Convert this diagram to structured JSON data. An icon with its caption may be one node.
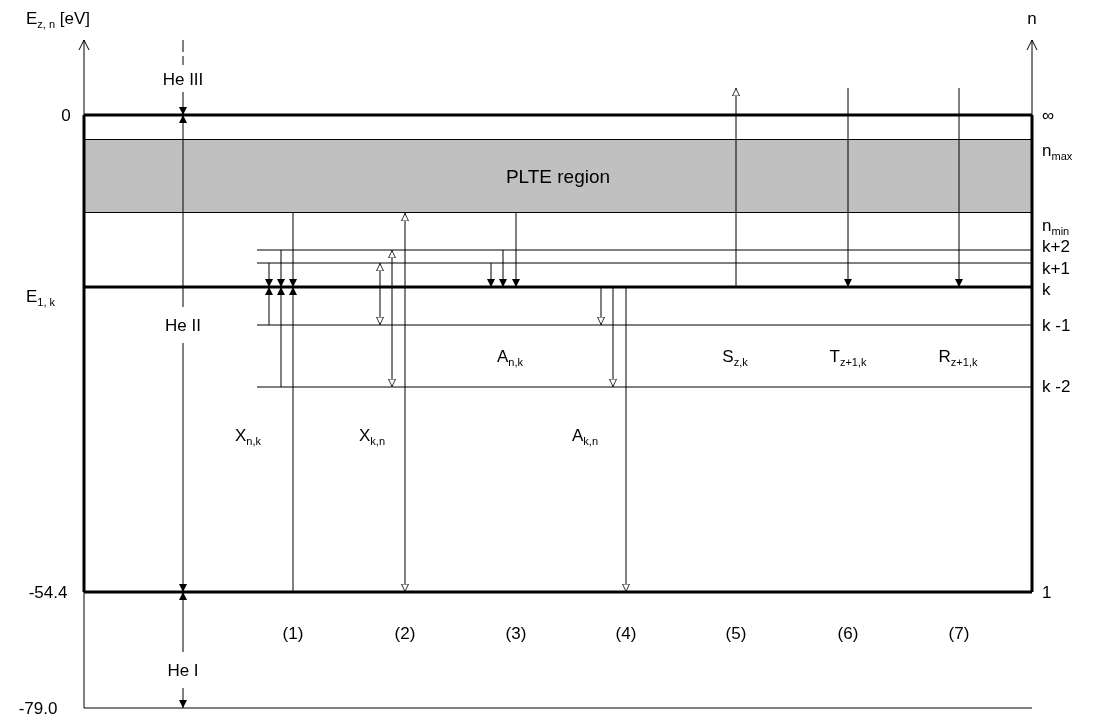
{
  "diagram": {
    "nodes": [
      {
        "text": [
          "PLTE region"
        ]
      }
    ],
    "labels": [
      "E$_{z, n}$ [eV]",
      "n",
      "He III",
      "0",
      "∞",
      "n$_{max}$",
      "n$_{min}$",
      "k+2",
      "k+1",
      "E$_{1, k}$",
      "k",
      "He II",
      "k -1",
      "A$_{n,k}$",
      "S$_{z,k}$",
      "T$_{z+1,k}$",
      "R$_{z+1,k}$",
      "k -2",
      "X$_{n,k}$",
      "X$_{k,n}$",
      "A$_{k,n}$",
      "-54.4",
      "1",
      "(1)",
      "(2)",
      "(3)",
      "(4)",
      "(5)",
      "(6)",
      "(7)",
      "He I",
      "-79.0"
    ]
  }
}
